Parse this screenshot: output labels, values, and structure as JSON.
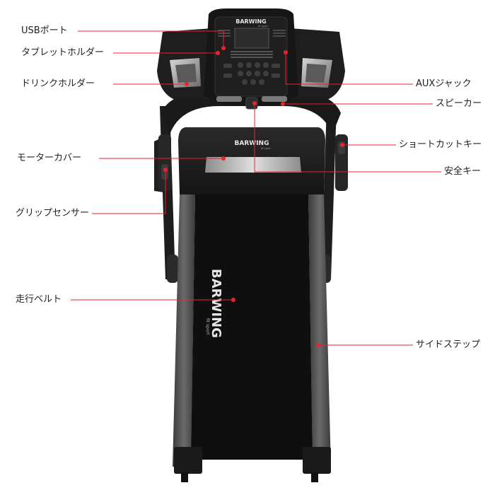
{
  "labels": {
    "usb_port": "USBポート",
    "tablet_holder": "タブレットホルダー",
    "drink_holder": "ドリンクホルダー",
    "motor_cover": "モーターカバー",
    "grip_sensor": "グリップセンサー",
    "running_belt": "走行ベルト",
    "aux_jack": "AUXジャック",
    "speaker": "スピーカー",
    "shortcut_key": "ショートカットキー",
    "safety_key": "安全キー",
    "side_step": "サイドステップ"
  },
  "branding": {
    "console_logo": "BARWING",
    "console_sub": "fit sport",
    "hood_logo": "BARWING",
    "hood_sub": "fit sport",
    "belt_logo": "BARWING",
    "belt_sub": "fit sport"
  },
  "colors": {
    "leader_line": "#e8232f",
    "dot": "#e8232f",
    "frame": "#1c1c1c",
    "belt": "#0f0f0f",
    "rail": "#5a5a5a",
    "logo_accent": "#1e88c8"
  }
}
